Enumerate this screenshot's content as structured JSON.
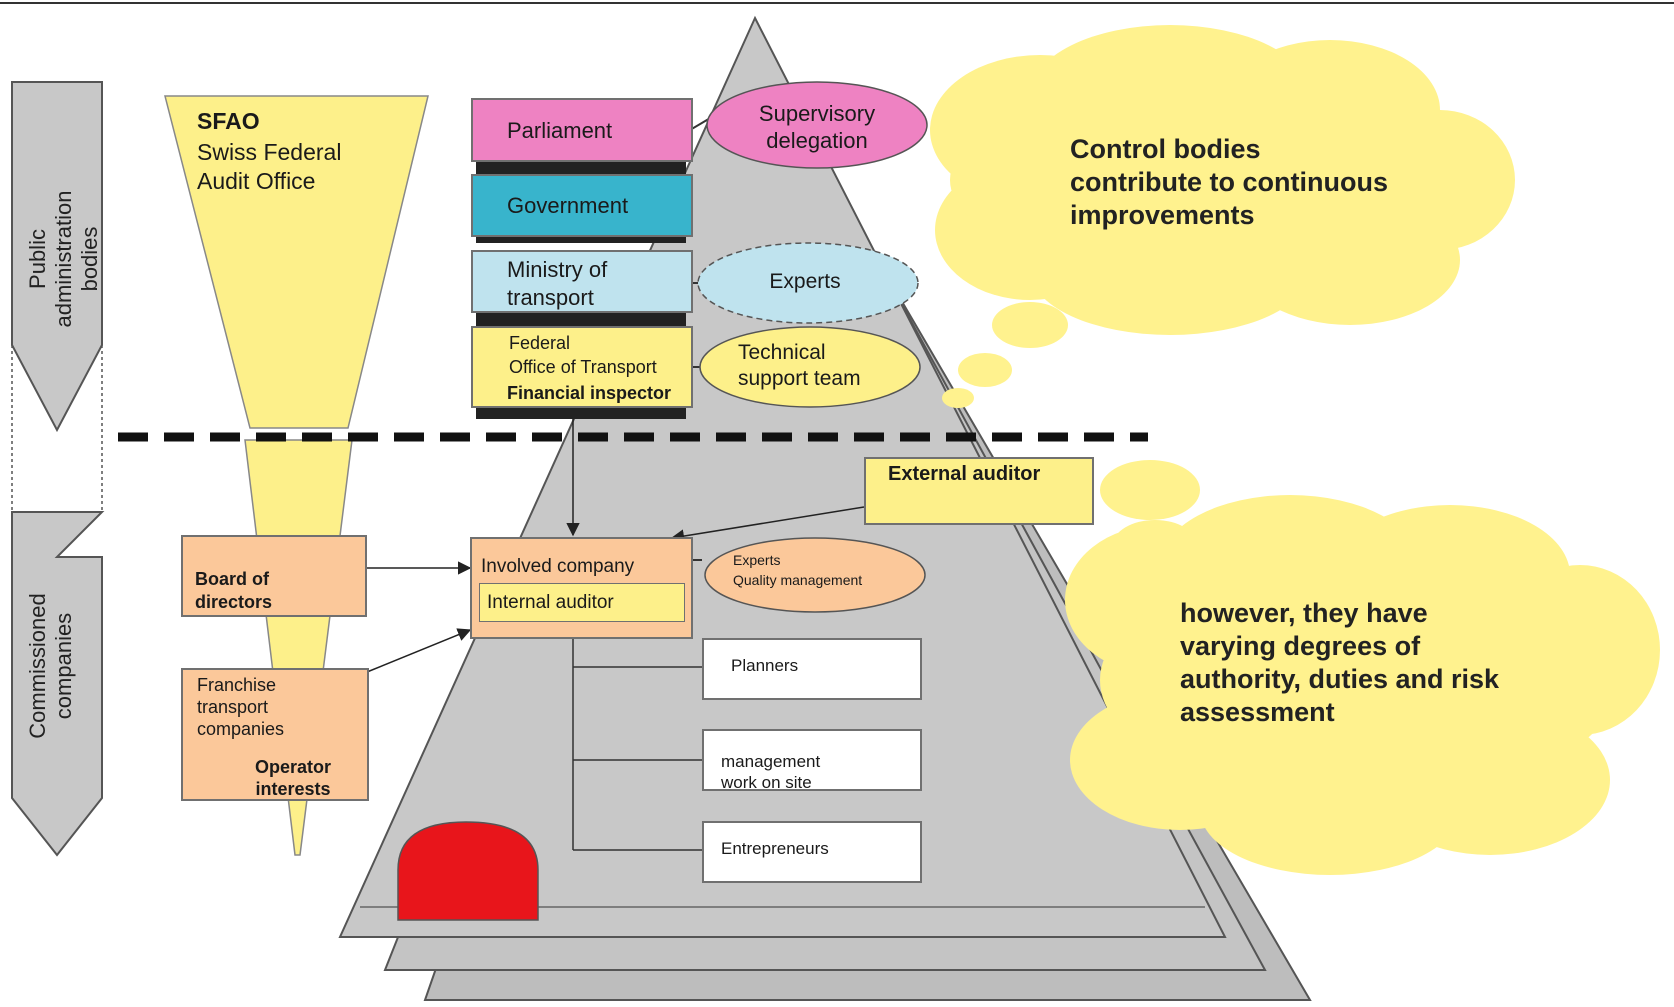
{
  "side_bands": {
    "public_label": "Public administration\nbodies",
    "commissioned_label": "Commissioned\ncompanies"
  },
  "sfao": {
    "abbr": "SFAO",
    "name": "Swiss Federal\nAudit Office"
  },
  "hierarchy": {
    "parliament": "Parliament",
    "government": "Government",
    "ministry": "Ministry of\ntransport",
    "federal_office": "Federal\nOffice of Transport",
    "financial_inspector": "Financial inspector"
  },
  "ovals": {
    "supervisory": "Supervisory\ndelegation",
    "experts": "Experts",
    "technical": "Technical\nsupport team",
    "experts_quality": "Experts\nQuality management"
  },
  "companies": {
    "external_auditor": "External auditor",
    "board": "Board of\ndirectors",
    "franchise": "Franchise\ntransport\ncompanies",
    "operator_interests": "Operator\ninterests",
    "involved_company": "Involved company",
    "internal_auditor": "Internal auditor",
    "planners": "Planners",
    "management": "management\nwork on site",
    "entrepreneurs": "Entrepreneurs"
  },
  "thoughts": {
    "top": "Control bodies\ncontribute to continuous\nimprovements",
    "bottom": "however, they have\nvarying degrees of\nauthority, duties and risk\nassessment"
  },
  "colors": {
    "pyramid": "#c0c0c0",
    "parliament": "#ee82c2",
    "government": "#38b4cc",
    "ministry": "#bfe3ee",
    "yellow": "#fdf08a",
    "thought_cloud": "#fff28e",
    "salmon": "#fbc89a",
    "red_tunnel": "#e8151b"
  }
}
